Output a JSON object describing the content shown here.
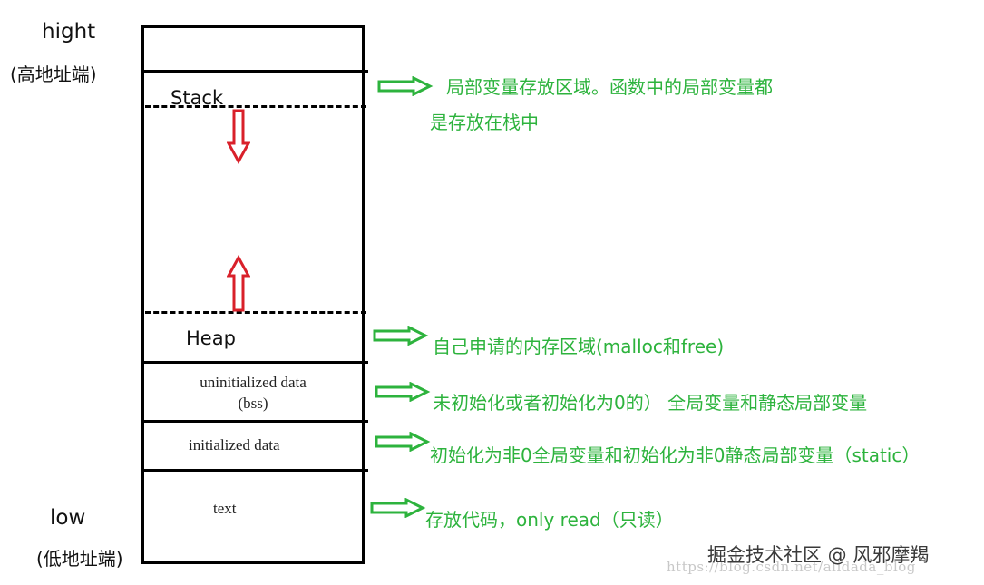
{
  "left_labels": {
    "high": "hight",
    "high_sub": "(高地址端)",
    "low": "low",
    "low_sub": "(低地址端)"
  },
  "segments": {
    "stack": "Stack",
    "heap": "Heap",
    "bss_line1": "uninitialized data",
    "bss_line2": "(bss)",
    "data": "initialized data",
    "text": "text"
  },
  "annotations": {
    "stack_line1": "局部变量存放区域。函数中的局部变量都",
    "stack_line2": "是存放在栈中",
    "heap": "自己申请的内存区域(malloc和free)",
    "bss": "未初始化或者初始化为0的） 全局变量和静态局部变量",
    "data": "初始化为非0全局变量和初始化为非0静态局部变量（static）",
    "text": "存放代码，only read（只读）"
  },
  "watermark": {
    "brand": "掘金技术社区 @ 风邪摩羯",
    "url": "https://blog.csdn.net/alidada_blog"
  },
  "colors": {
    "annotation": "#2db33d",
    "growth_arrow": "#d9202a",
    "border": "#000000"
  }
}
